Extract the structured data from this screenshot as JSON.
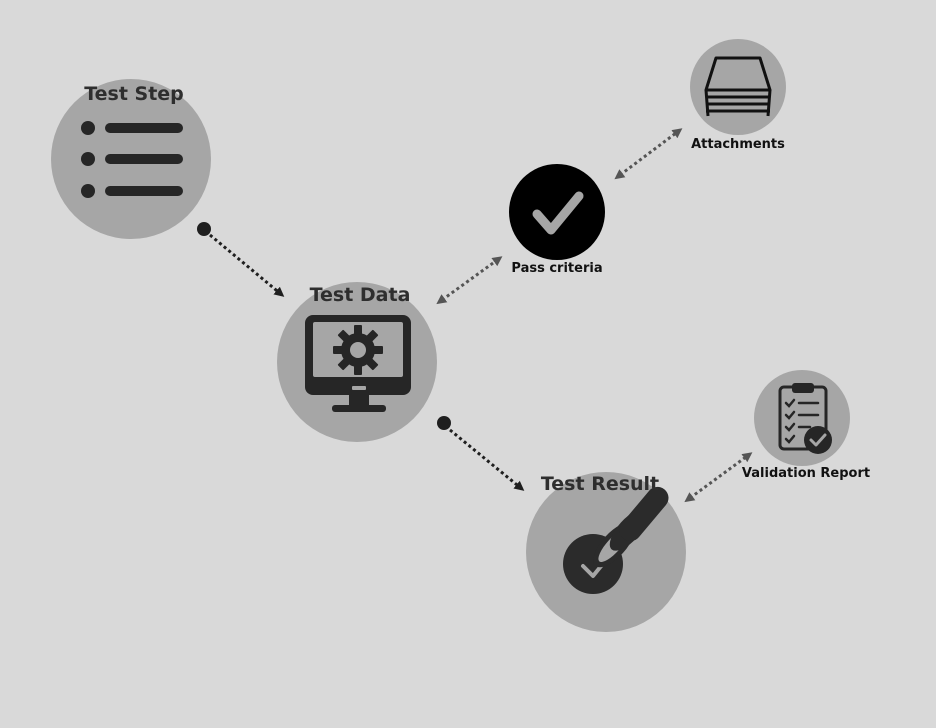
{
  "nodes": {
    "test_step": {
      "label": "Test Step",
      "icon": "list-icon"
    },
    "test_data": {
      "label": "Test Data",
      "icon": "monitor-gear-icon"
    },
    "test_result": {
      "label": "Test Result",
      "icon": "stamp-icon"
    },
    "pass_criteria": {
      "label": "Pass criteria",
      "icon": "checkmark-icon"
    },
    "attachments": {
      "label": "Attachments",
      "icon": "stacked-trays-icon"
    },
    "validation_report": {
      "label": "Validation Report",
      "icon": "clipboard-check-icon"
    }
  },
  "colors": {
    "background": "#d9d9d9",
    "circle": "#a6a6a6",
    "icon": "#262626",
    "pass_circle": "#000000",
    "connector": "#2e2e2e",
    "connector_light": "#595959"
  }
}
